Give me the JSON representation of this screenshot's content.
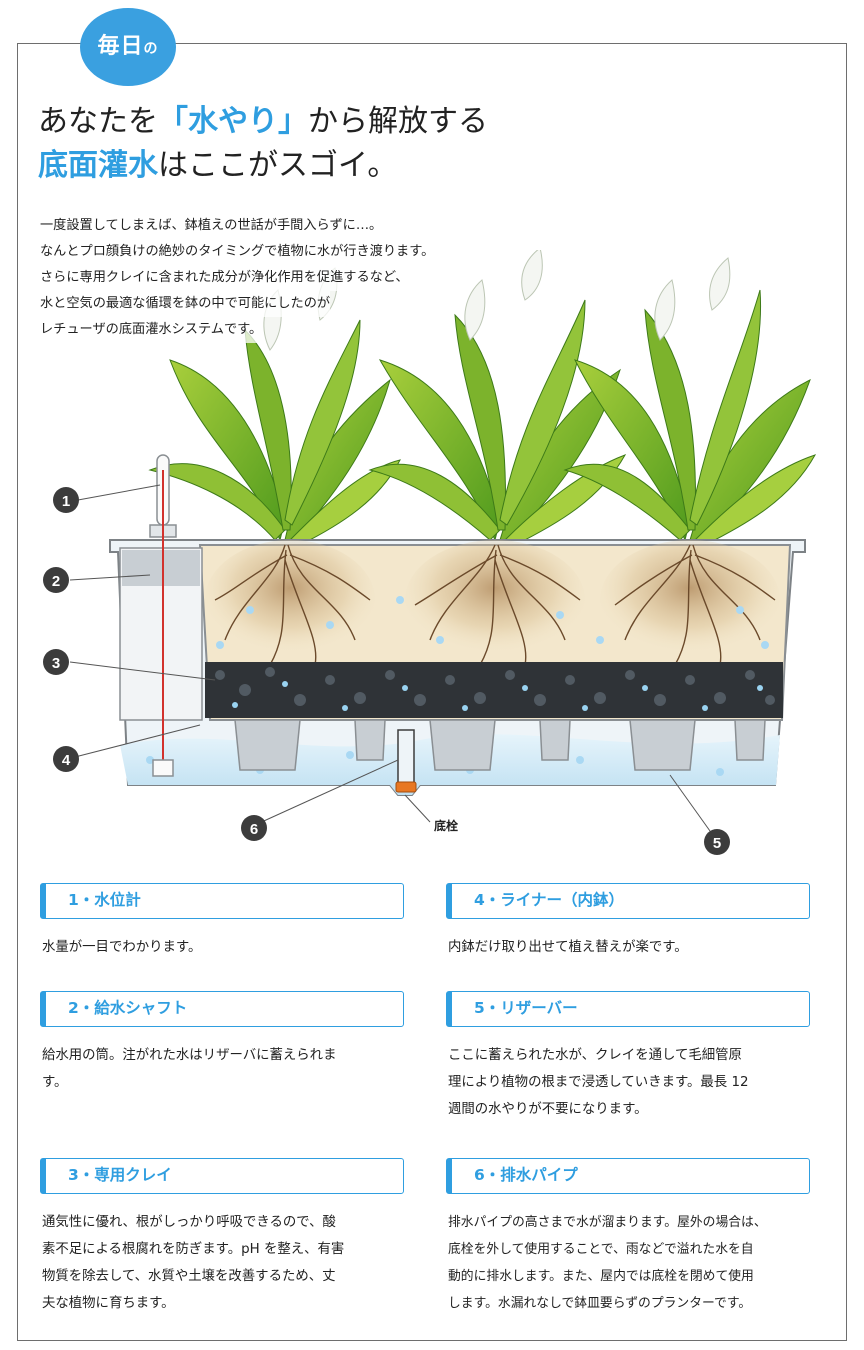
{
  "badge": {
    "main": "毎日",
    "sub": "の"
  },
  "headline": {
    "line1_before": "あなたを",
    "line1_quote_open": "「",
    "line1_highlight": "水やり",
    "line1_quote_close": "」",
    "line1_after": "から解放する",
    "line2_highlight": "底面灌水",
    "line2_after": "はここがスゴイ。"
  },
  "intro": [
    "一度設置してしまえば、鉢植えの世話が手間入らずに…。",
    "なんとプロ顔負けの絶妙のタイミングで植物に水が行き渡ります。",
    "さらに専用クレイに含まれた成分が浄化作用を促進するなど、",
    "水と空気の最適な循環を鉢の中で可能にしたのが",
    "レチューザの底面灌水システムです。"
  ],
  "diagram": {
    "callouts": [
      "1",
      "2",
      "3",
      "4",
      "5",
      "6"
    ],
    "plug_label": "底栓"
  },
  "sections": [
    {
      "title": "1・水位計",
      "text": [
        "水量が一目でわかります。"
      ]
    },
    {
      "title": "4・ライナー（内鉢）",
      "text": [
        "内鉢だけ取り出せて植え替えが楽です。"
      ]
    },
    {
      "title": "2・給水シャフト",
      "text": [
        "給水用の筒。注がれた水はリザーバに蓄えられま",
        "す。"
      ]
    },
    {
      "title": "5・リザーバー",
      "text": [
        "ここに蓄えられた水が、クレイを通して毛細管原",
        "理により植物の根まで浸透していきます。最長 12",
        "週間の水やりが不要になります。"
      ]
    },
    {
      "title": "3・専用クレイ",
      "text": [
        "通気性に優れ、根がしっかり呼吸できるので、酸",
        "素不足による根腐れを防ぎます。pH を整え、有害",
        "物質を除去して、水質や土壌を改善するため、丈",
        "夫な植物に育ちます。"
      ]
    },
    {
      "title": "6・排水パイプ",
      "text": [
        "排水パイプの高さまで水が溜まります。屋外の場合は、",
        "底栓を外して使用することで、雨などで溢れた水を自",
        "動的に排水します。また、屋内では底栓を閉めて使用",
        "します。水漏れなしで鉢皿要らずのプランターです。"
      ]
    }
  ],
  "colors": {
    "accent": "#2f9ee0",
    "badge": "#3aa0e0",
    "callout": "#3c3c3c",
    "soil": "#f3e7cc",
    "water": "#cfe8f6"
  }
}
